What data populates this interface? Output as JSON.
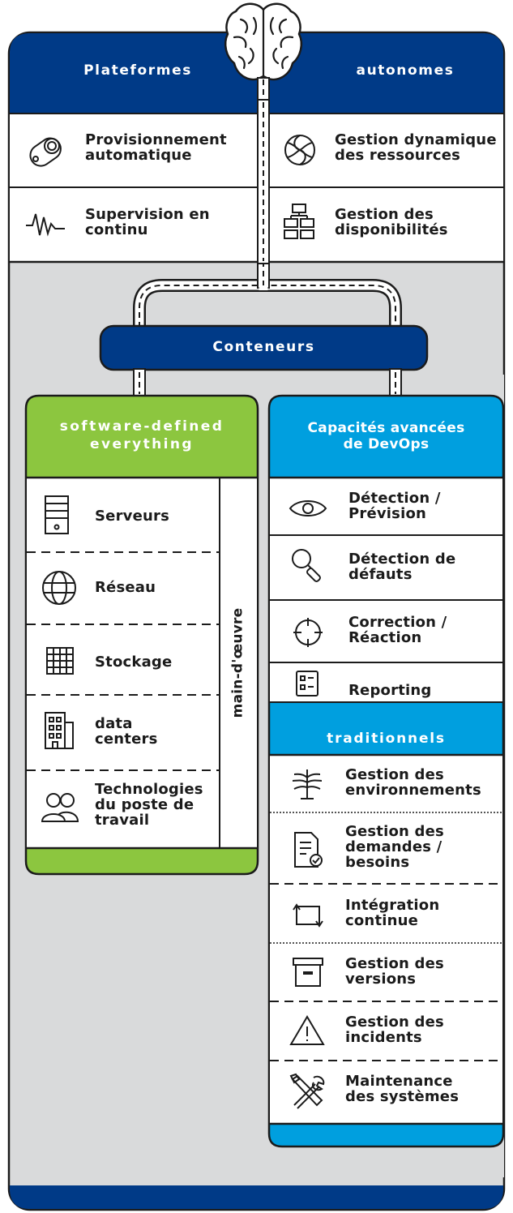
{
  "colors": {
    "navy": "#003a87",
    "green": "#8cc63f",
    "cyan": "#009fdf",
    "grey": "#d9dadb",
    "ink": "#1b1b1b"
  },
  "top": {
    "left_label": "Plateformes",
    "right_label": "autonomes",
    "items": [
      {
        "label_lines": [
          "Provisionnement",
          "automatique"
        ],
        "icon": "gear-icon"
      },
      {
        "label_lines": [
          "Gestion dynamique",
          "des ressources"
        ],
        "icon": "openai-knot-icon"
      },
      {
        "label_lines": [
          "Supervision en",
          "continu"
        ],
        "icon": "pulse-icon"
      },
      {
        "label_lines": [
          "Gestion des",
          "disponibilités"
        ],
        "icon": "hierarchy-icon"
      }
    ]
  },
  "containers_label": "Conteneurs",
  "left_panel": {
    "title_lines": [
      "software-defined",
      "everything"
    ],
    "side_label": "main-d'œuvre",
    "items": [
      {
        "label_lines": [
          "Serveurs"
        ],
        "icon": "server-icon"
      },
      {
        "label_lines": [
          "Réseau"
        ],
        "icon": "globe-icon"
      },
      {
        "label_lines": [
          "Stockage"
        ],
        "icon": "storage-grid-icon"
      },
      {
        "label_lines": [
          "data",
          "centers"
        ],
        "icon": "building-icon"
      },
      {
        "label_lines": [
          "Technologies",
          "du poste de",
          "travail"
        ],
        "icon": "users-icon"
      }
    ]
  },
  "right_panel": {
    "title_lines": [
      "Capacités avancées",
      "de DevOps"
    ],
    "items": [
      {
        "label_lines": [
          "Détection /",
          "Prévision"
        ],
        "icon": "eye-icon"
      },
      {
        "label_lines": [
          "Détection de",
          "défauts"
        ],
        "icon": "magnifier-icon"
      },
      {
        "label_lines": [
          "Correction /",
          "Réaction"
        ],
        "icon": "crosshair-icon"
      },
      {
        "label_lines": [
          "Reporting"
        ],
        "icon": "report-icon"
      }
    ],
    "sub_title": "traditionnels",
    "sub_items": [
      {
        "label_lines": [
          "Gestion des",
          "environnements"
        ],
        "icon": "tree-icon"
      },
      {
        "label_lines": [
          "Gestion des",
          "demandes  /",
          "besoins"
        ],
        "icon": "document-check-icon"
      },
      {
        "label_lines": [
          "Intégration",
          "continue"
        ],
        "icon": "cycle-icon"
      },
      {
        "label_lines": [
          "Gestion des",
          "versions"
        ],
        "icon": "archive-icon"
      },
      {
        "label_lines": [
          "Gestion des",
          "incidents"
        ],
        "icon": "warning-icon"
      },
      {
        "label_lines": [
          "Maintenance",
          "des systèmes"
        ],
        "icon": "tools-icon"
      }
    ]
  }
}
